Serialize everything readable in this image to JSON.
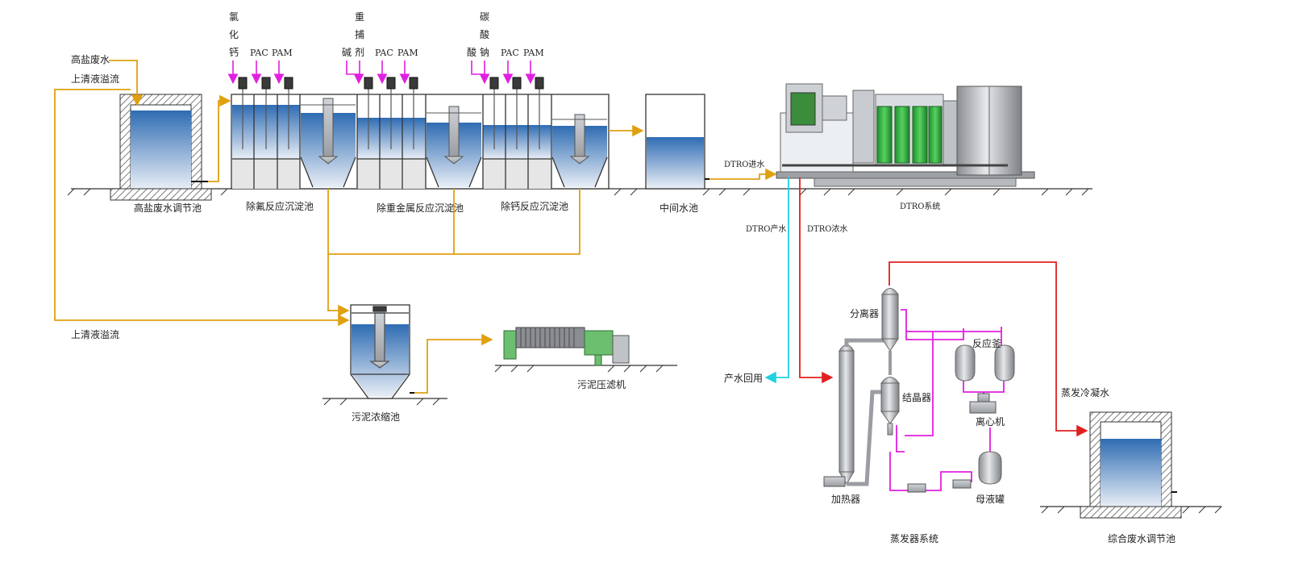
{
  "labels": {
    "high_salt_wastewater": "高盐废水",
    "supernatant_overflow_top": "上清液溢流",
    "supernatant_overflow_bottom": "上清液溢流",
    "high_salt_tank": "高盐废水调节池",
    "defluoride_tank": "除氟反应沉淀池",
    "heavy_metal_tank": "除重金属反应沉淀池",
    "decalcium_tank": "除钙反应沉淀池",
    "middle_tank": "中间水池",
    "dtro_inlet": "DTRO进水",
    "dtro_system": "DTRO系统",
    "dtro_product": "DTRO产水",
    "dtro_concentrate": "DTRO浓水",
    "sludge_thickener": "污泥浓缩池",
    "filter_press": "污泥压滤机",
    "product_reuse": "产水回用",
    "separator": "分离器",
    "reactor": "反应釜",
    "crystallizer": "结晶器",
    "centrifuge": "离心机",
    "heater": "加热器",
    "mother_liquor_tank": "母液罐",
    "evaporator_system": "蒸发器系统",
    "evap_condensate": "蒸发冷凝水",
    "combined_tank": "综合废水调节池"
  },
  "chemicals": {
    "cacl_1": "氯",
    "cacl_2": "化",
    "cacl_3": "钙",
    "pac_1": "PAC",
    "pam_1": "PAM",
    "base": "碱",
    "hm_1": "重",
    "hm_2": "捕",
    "hm_3": "剂",
    "pac_2": "PAC",
    "pam_2": "PAM",
    "acid": "酸",
    "na_1": "碳",
    "na_2": "酸",
    "na_3": "钠",
    "pac_3": "PAC",
    "pam_3": "PAM"
  },
  "colors": {
    "sludge_line": "#e0a010",
    "dosing_line": "#e020e0",
    "product_line": "#20d0e0",
    "concentrate_line": "#e02020",
    "water_blue": "#2f6cb3",
    "tank_wall": "#333333"
  }
}
